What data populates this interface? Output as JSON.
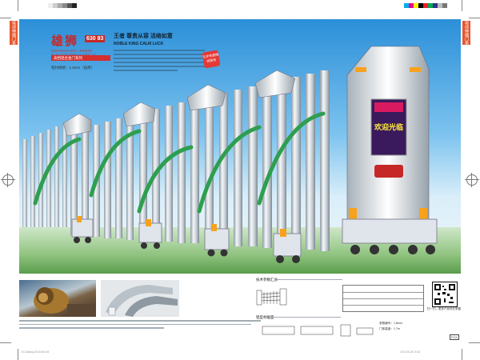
{
  "side_tabs": {
    "left": "电动伸缩门系列",
    "right": "电动伸缩门系列"
  },
  "brand": {
    "name_cn": "雄狮",
    "model_code": "630 83",
    "name_en": "GUANGZHOU JINXIN ELECTROMECHANICAL",
    "bar_text": "高档铝合金门系列",
    "spec_line": "铝材规格：1.8mm（加厚）"
  },
  "slogan": {
    "cn": "王者 尊贵从容 活络如意",
    "en": "NOBLE KING CALM LUCK"
  },
  "badge": {
    "text": "五年免费维修服务"
  },
  "display_sign": {
    "text": "欢迎光临"
  },
  "bottom": {
    "dims_title": "技术参数汇总",
    "profile_title": "铝型材截面",
    "qr_caption": "扫一扫，更多产品尽在掌握",
    "spec_code_1": "参数编号：1.8mm",
    "spec_code_2": "门体高度：1.7m",
    "page_num": "P.04",
    "slug_left": "JX-Catalog-2013.indd 04",
    "slug_right": "2013-06-28 10:16"
  },
  "colors": {
    "gate_green": "#2e9e4f",
    "brand_red": "#c62828",
    "sky_blue": "#2b8fd8"
  }
}
